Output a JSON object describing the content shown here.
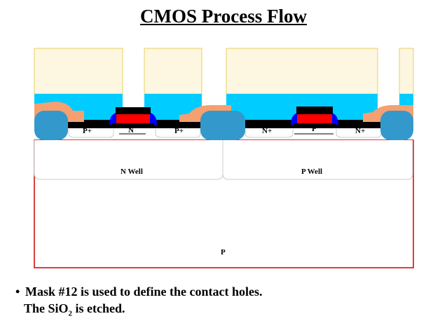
{
  "title": "CMOS Process Flow",
  "labels": {
    "p_plus_left": "P+",
    "n_channel": "N",
    "p_plus_right": "P+",
    "n_plus_left": "N+",
    "p_channel": "P",
    "n_plus_right": "N+",
    "n_well": "N Well",
    "p_well": "P Well",
    "substrate": "P"
  },
  "bullet": {
    "symbol": "•",
    "line1": "Mask #12 is used to define the contact holes.",
    "line2_pre": "The SiO",
    "line2_sub": "2",
    "line2_post": " is etched."
  },
  "colors": {
    "photoresist": "#fdf6e0",
    "oxide": "#00ccff",
    "field_oxide": "#3399cc",
    "metal": "#f4a070",
    "poly": "#ff0000",
    "gate_oxide": "#000000",
    "spacer": "#0000ff",
    "substrate_border": "#cc0000"
  }
}
